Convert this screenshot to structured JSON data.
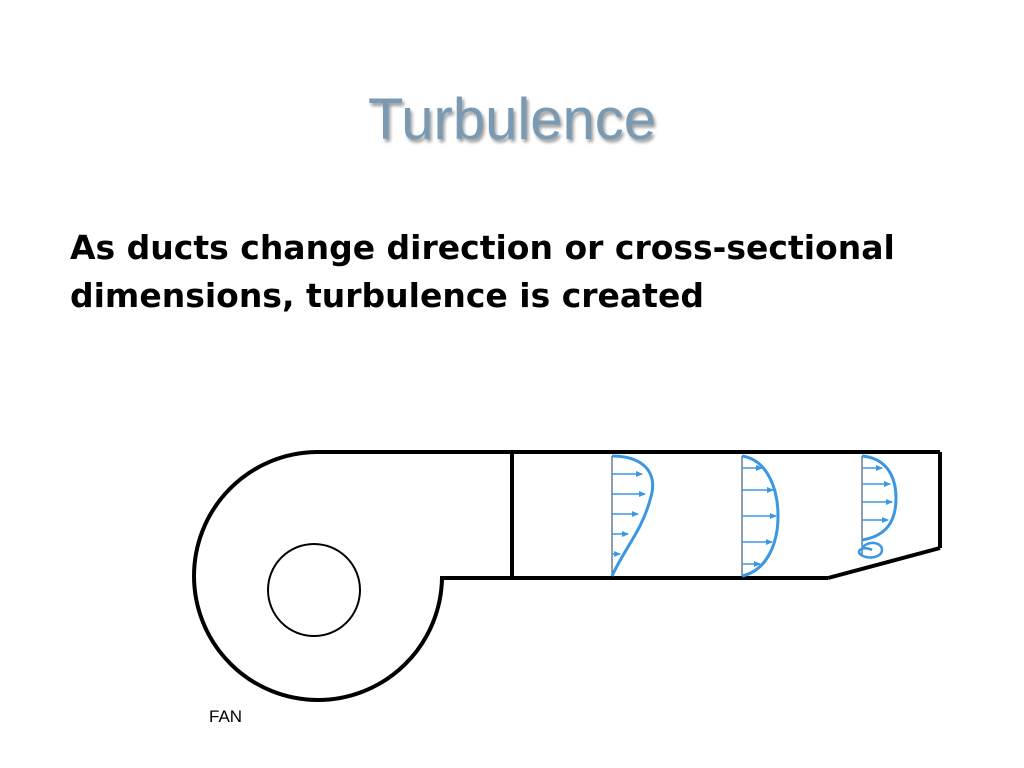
{
  "slide": {
    "title": "Turbulence",
    "body": "As ducts change direction or cross-sectional dimensions, turbulence is created"
  },
  "diagram": {
    "fan_label": "FAN",
    "outline_color": "#000000",
    "profile_color": "#3b97e3"
  }
}
